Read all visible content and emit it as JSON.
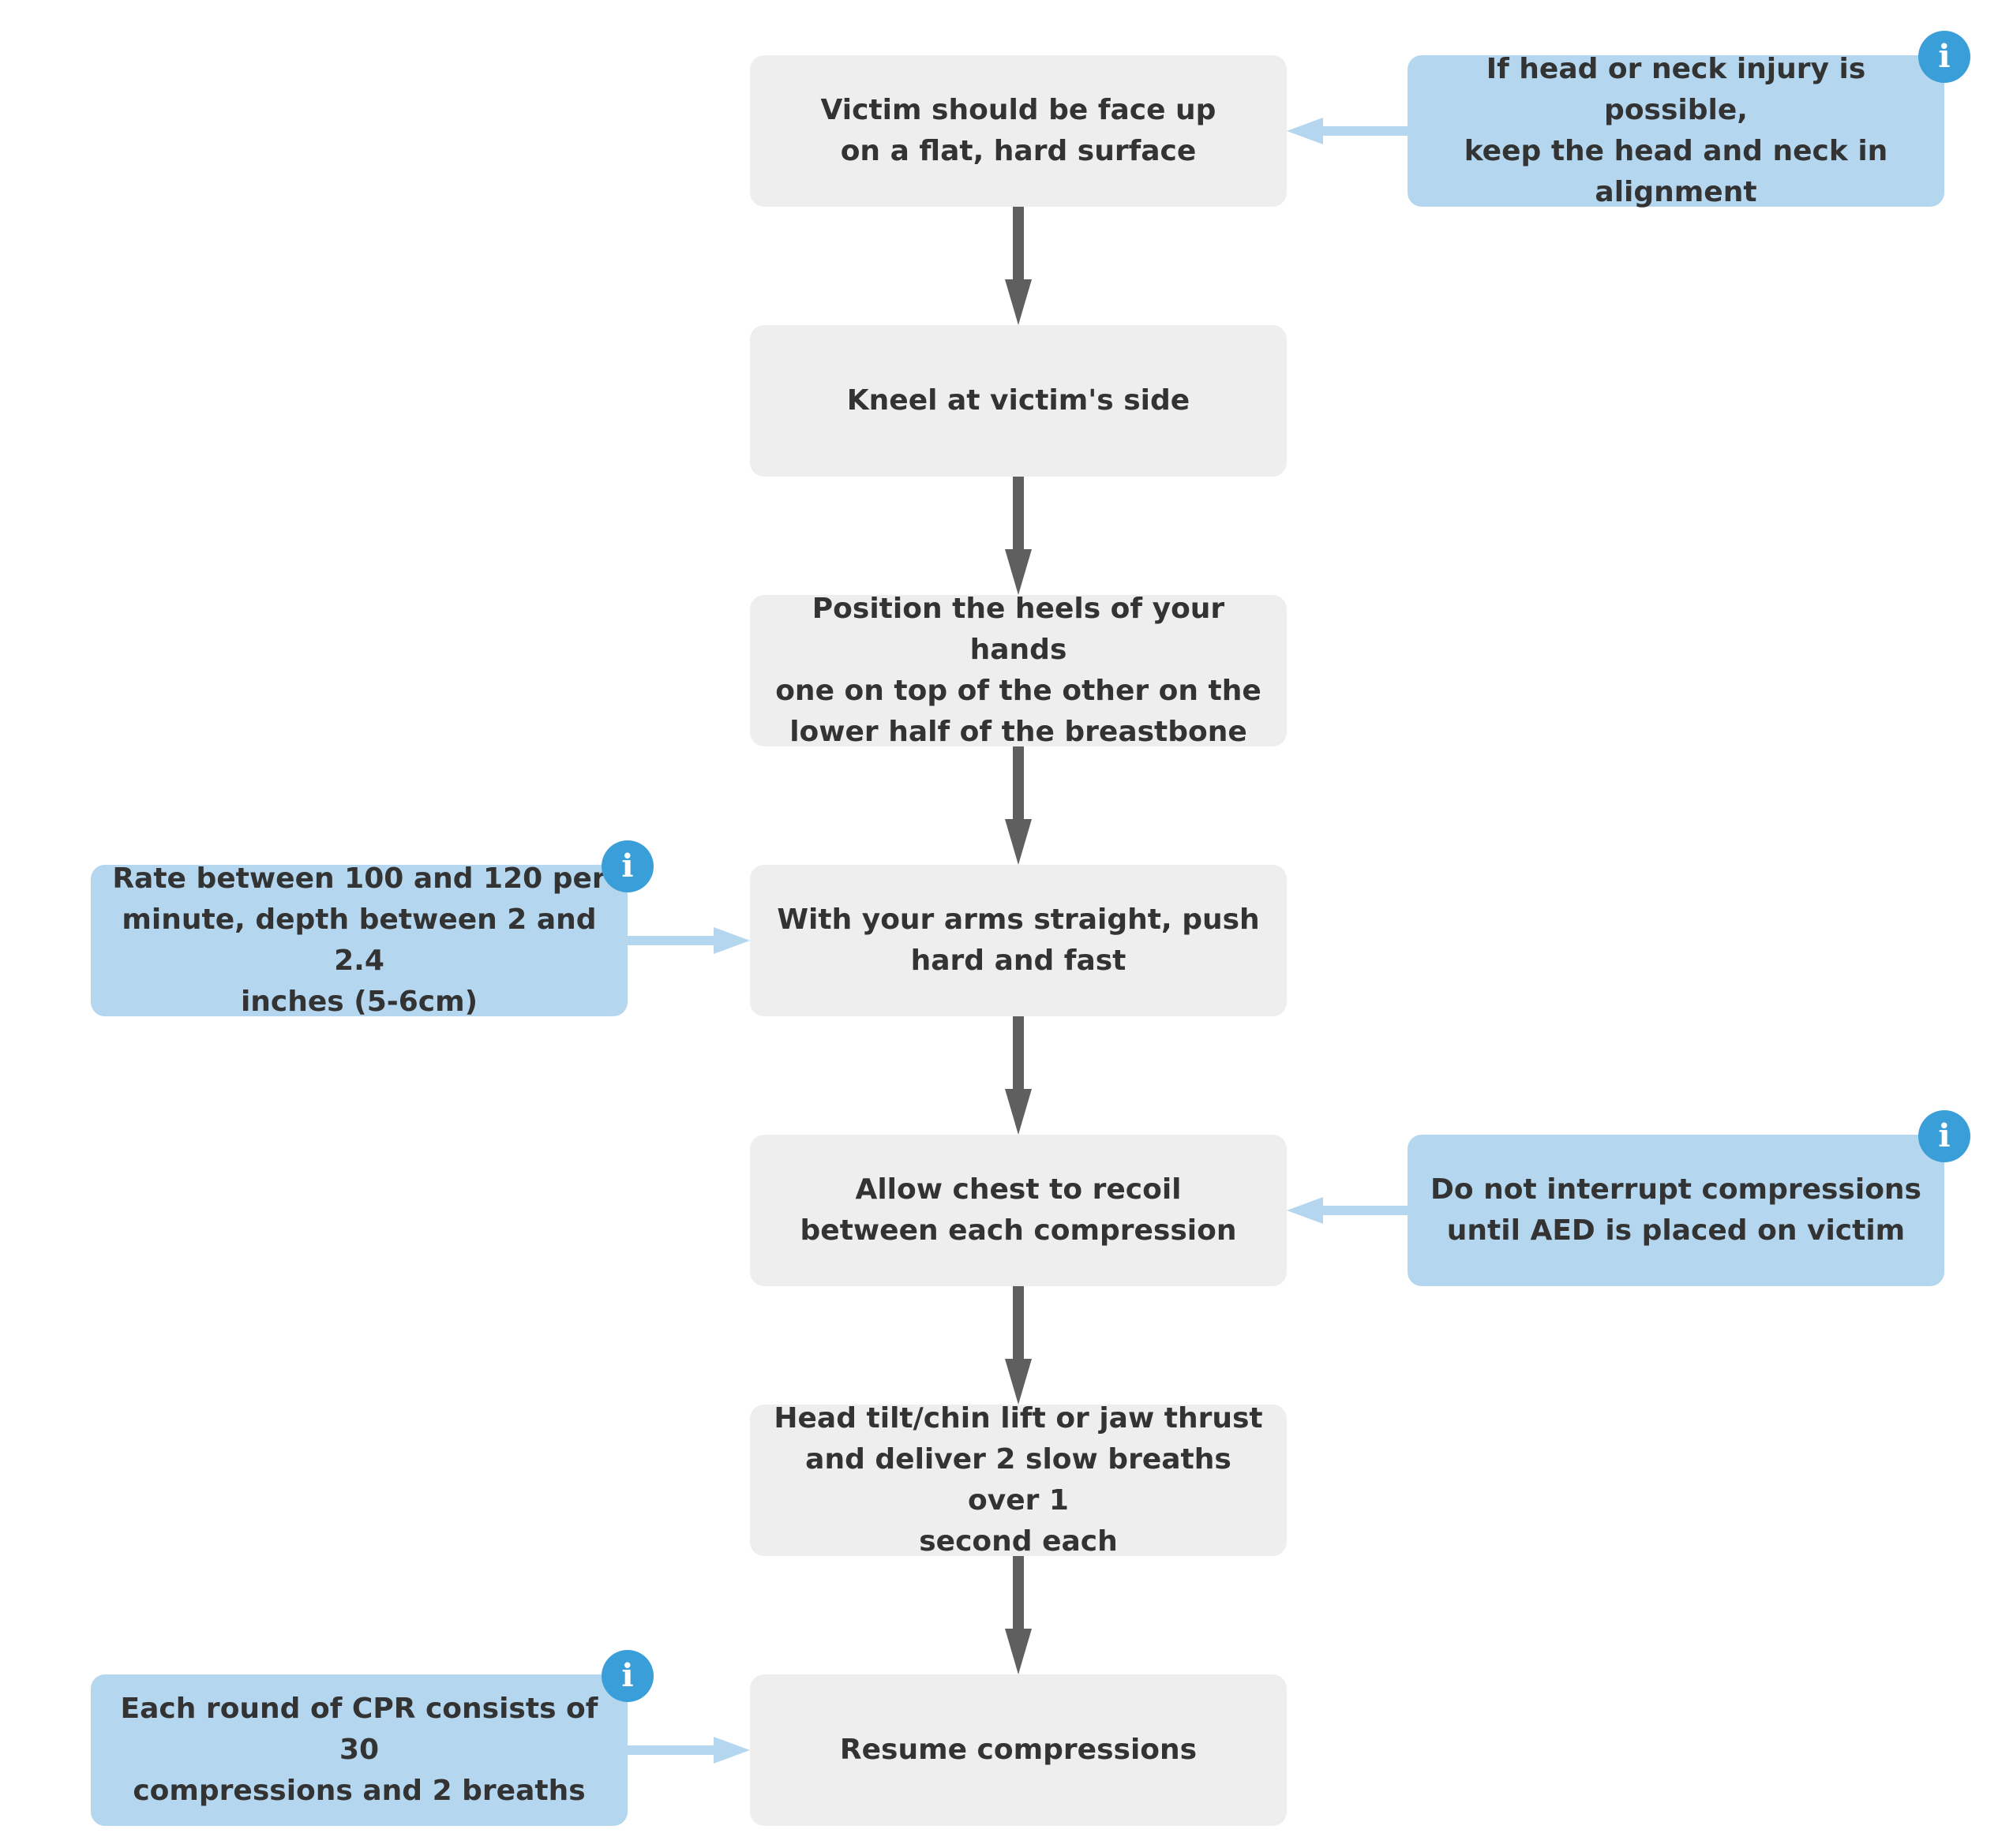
{
  "colors": {
    "step_fill": "#eeeeee",
    "note_fill": "#b4d7ef",
    "text": "#333333",
    "flow_arrow": "#5f5f5f",
    "note_arrow": "#b4d7ef",
    "info_badge": "#3a9fd8"
  },
  "info_icon": {
    "name": "info-icon",
    "glyph": "i"
  },
  "steps": [
    {
      "text": "Victim should be face up\non a flat, hard surface"
    },
    {
      "text": "Kneel at victim's side"
    },
    {
      "text": "Position the heels of your hands\none on top of the other on the\nlower half of the breastbone"
    },
    {
      "text": "With your arms straight, push\nhard and fast"
    },
    {
      "text": "Allow chest to recoil\nbetween each compression"
    },
    {
      "text": "Head tilt/chin lift or jaw thrust\nand deliver 2 slow breaths over 1\nsecond each"
    },
    {
      "text": "Resume compressions"
    }
  ],
  "notes": [
    {
      "side": "right",
      "step": 0,
      "text": "If head or neck injury is possible,\nkeep the head and neck in\nalignment"
    },
    {
      "side": "left",
      "step": 3,
      "text": "Rate between 100 and 120 per\nminute, depth between 2 and 2.4\ninches (5-6cm)"
    },
    {
      "side": "right",
      "step": 4,
      "text": "Do not interrupt compressions\nuntil AED is placed on victim"
    },
    {
      "side": "left",
      "step": 6,
      "text": "Each round of CPR consists of 30\ncompressions and 2 breaths"
    }
  ]
}
